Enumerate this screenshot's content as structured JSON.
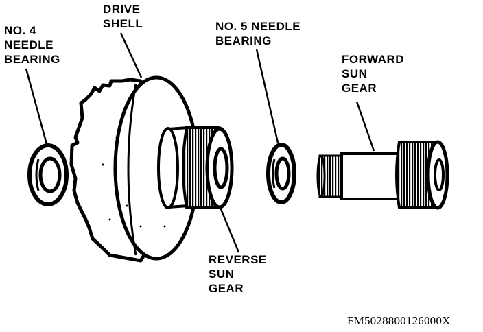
{
  "labels": {
    "no4_needle_bearing": [
      "NO. 4",
      "NEEDLE",
      "BEARING"
    ],
    "drive_shell": [
      "DRIVE",
      "SHELL"
    ],
    "no5_needle_bearing": [
      "NO. 5 NEEDLE",
      "BEARING"
    ],
    "forward_sun_gear": [
      "FORWARD",
      "SUN",
      "GEAR"
    ],
    "reverse_sun_gear": [
      "REVERSE",
      "SUN",
      "GEAR"
    ]
  },
  "figure_code": "FM5028800126000X",
  "colors": {
    "ink": "#000000",
    "paper": "#ffffff"
  }
}
